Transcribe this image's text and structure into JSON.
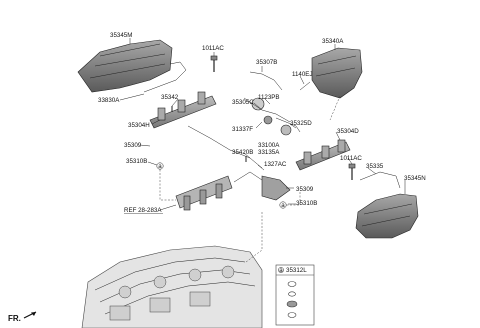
{
  "labels": {
    "l35345M": "35345M",
    "l1011AC_top": "1011AC",
    "l35340A": "35340A",
    "l35307B": "35307B",
    "l1140EJ": "1140EJ",
    "l33830A": "33830A",
    "l35342": "35342",
    "l1123PB": "1123PB",
    "l35305C": "35305C",
    "l35304H": "35304H",
    "l31337F": "31337F",
    "l35325D": "35325D",
    "l35304D": "35304D",
    "l33100A": "33100A",
    "l33135A": "33135A",
    "l35309_left": "35309",
    "l35420B": "35420B",
    "l1011AC_right": "1011AC",
    "l35310B_left": "35310B",
    "l1327AC": "1327AC",
    "l35335": "35335",
    "l35345N": "35345N",
    "l35309_right": "35309",
    "l35310B_right": "35310B",
    "ref": "REF 28-283A",
    "l35312L": "35312L",
    "callout": "a",
    "fr": "FR."
  },
  "colors": {
    "cover": "#8a8a8a",
    "cover_dark": "#5e5e5e",
    "rail": "#9a9a9a",
    "engine": "#cfcfcf",
    "line": "#222222"
  }
}
